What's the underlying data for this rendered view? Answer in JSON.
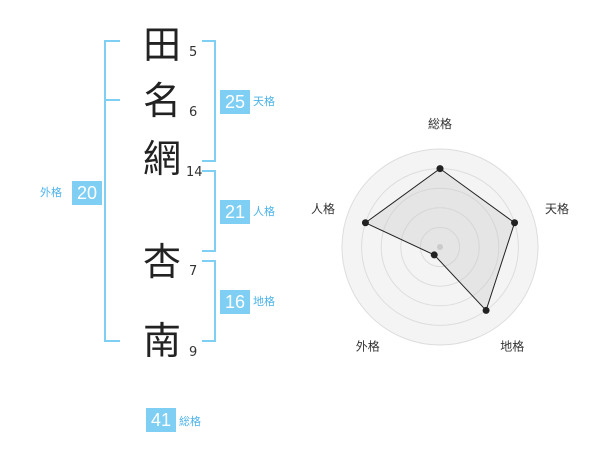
{
  "name": {
    "chars": [
      {
        "char": "田",
        "strokes": "5"
      },
      {
        "char": "名",
        "strokes": "6"
      },
      {
        "char": "網",
        "strokes": "14"
      },
      {
        "char": "杏",
        "strokes": "7"
      },
      {
        "char": "南",
        "strokes": "9"
      }
    ]
  },
  "fortune": {
    "tenkaku": {
      "value": "25",
      "label": "天格"
    },
    "jinkaku": {
      "value": "21",
      "label": "人格"
    },
    "chikaku": {
      "value": "16",
      "label": "地格"
    },
    "gaikaku": {
      "value": "20",
      "label": "外格"
    },
    "soukaku": {
      "value": "41",
      "label": "総格"
    }
  },
  "colors": {
    "accent": "#7fcff4",
    "label": "#4ab3ea"
  },
  "chart_data": {
    "type": "radar",
    "axes": [
      "総格",
      "天格",
      "地格",
      "外格",
      "人格"
    ],
    "values": [
      4,
      4,
      4,
      0.5,
      4
    ],
    "max": 5,
    "grid": true
  }
}
